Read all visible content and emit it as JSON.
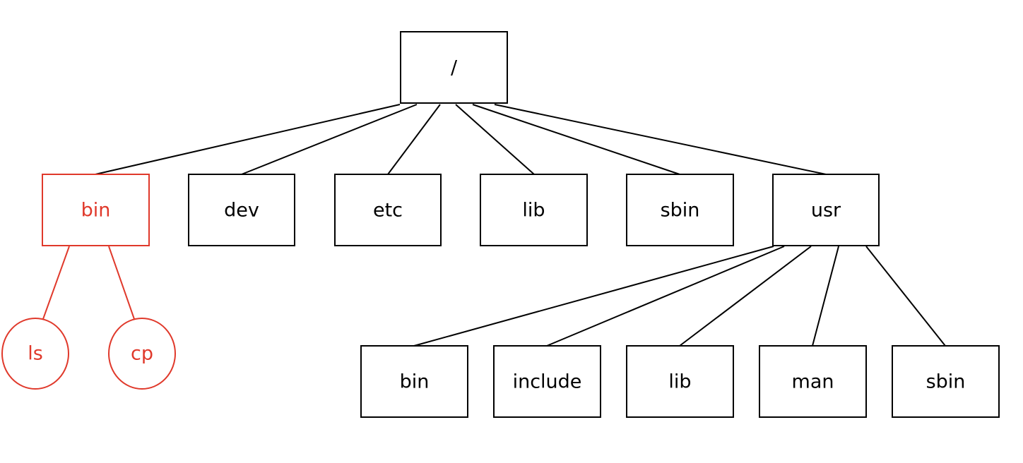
{
  "colors": {
    "default": "#000000",
    "highlight": "#e0392b",
    "background": "#ffffff"
  },
  "tree": {
    "root": {
      "label": "/"
    },
    "children": [
      {
        "label": "bin",
        "highlighted": true,
        "children": [
          {
            "label": "ls",
            "shape": "circle"
          },
          {
            "label": "cp",
            "shape": "circle"
          }
        ]
      },
      {
        "label": "dev"
      },
      {
        "label": "etc"
      },
      {
        "label": "lib"
      },
      {
        "label": "sbin"
      },
      {
        "label": "usr",
        "children": [
          {
            "label": "bin"
          },
          {
            "label": "include"
          },
          {
            "label": "lib"
          },
          {
            "label": "man"
          },
          {
            "label": "sbin"
          }
        ]
      }
    ]
  }
}
